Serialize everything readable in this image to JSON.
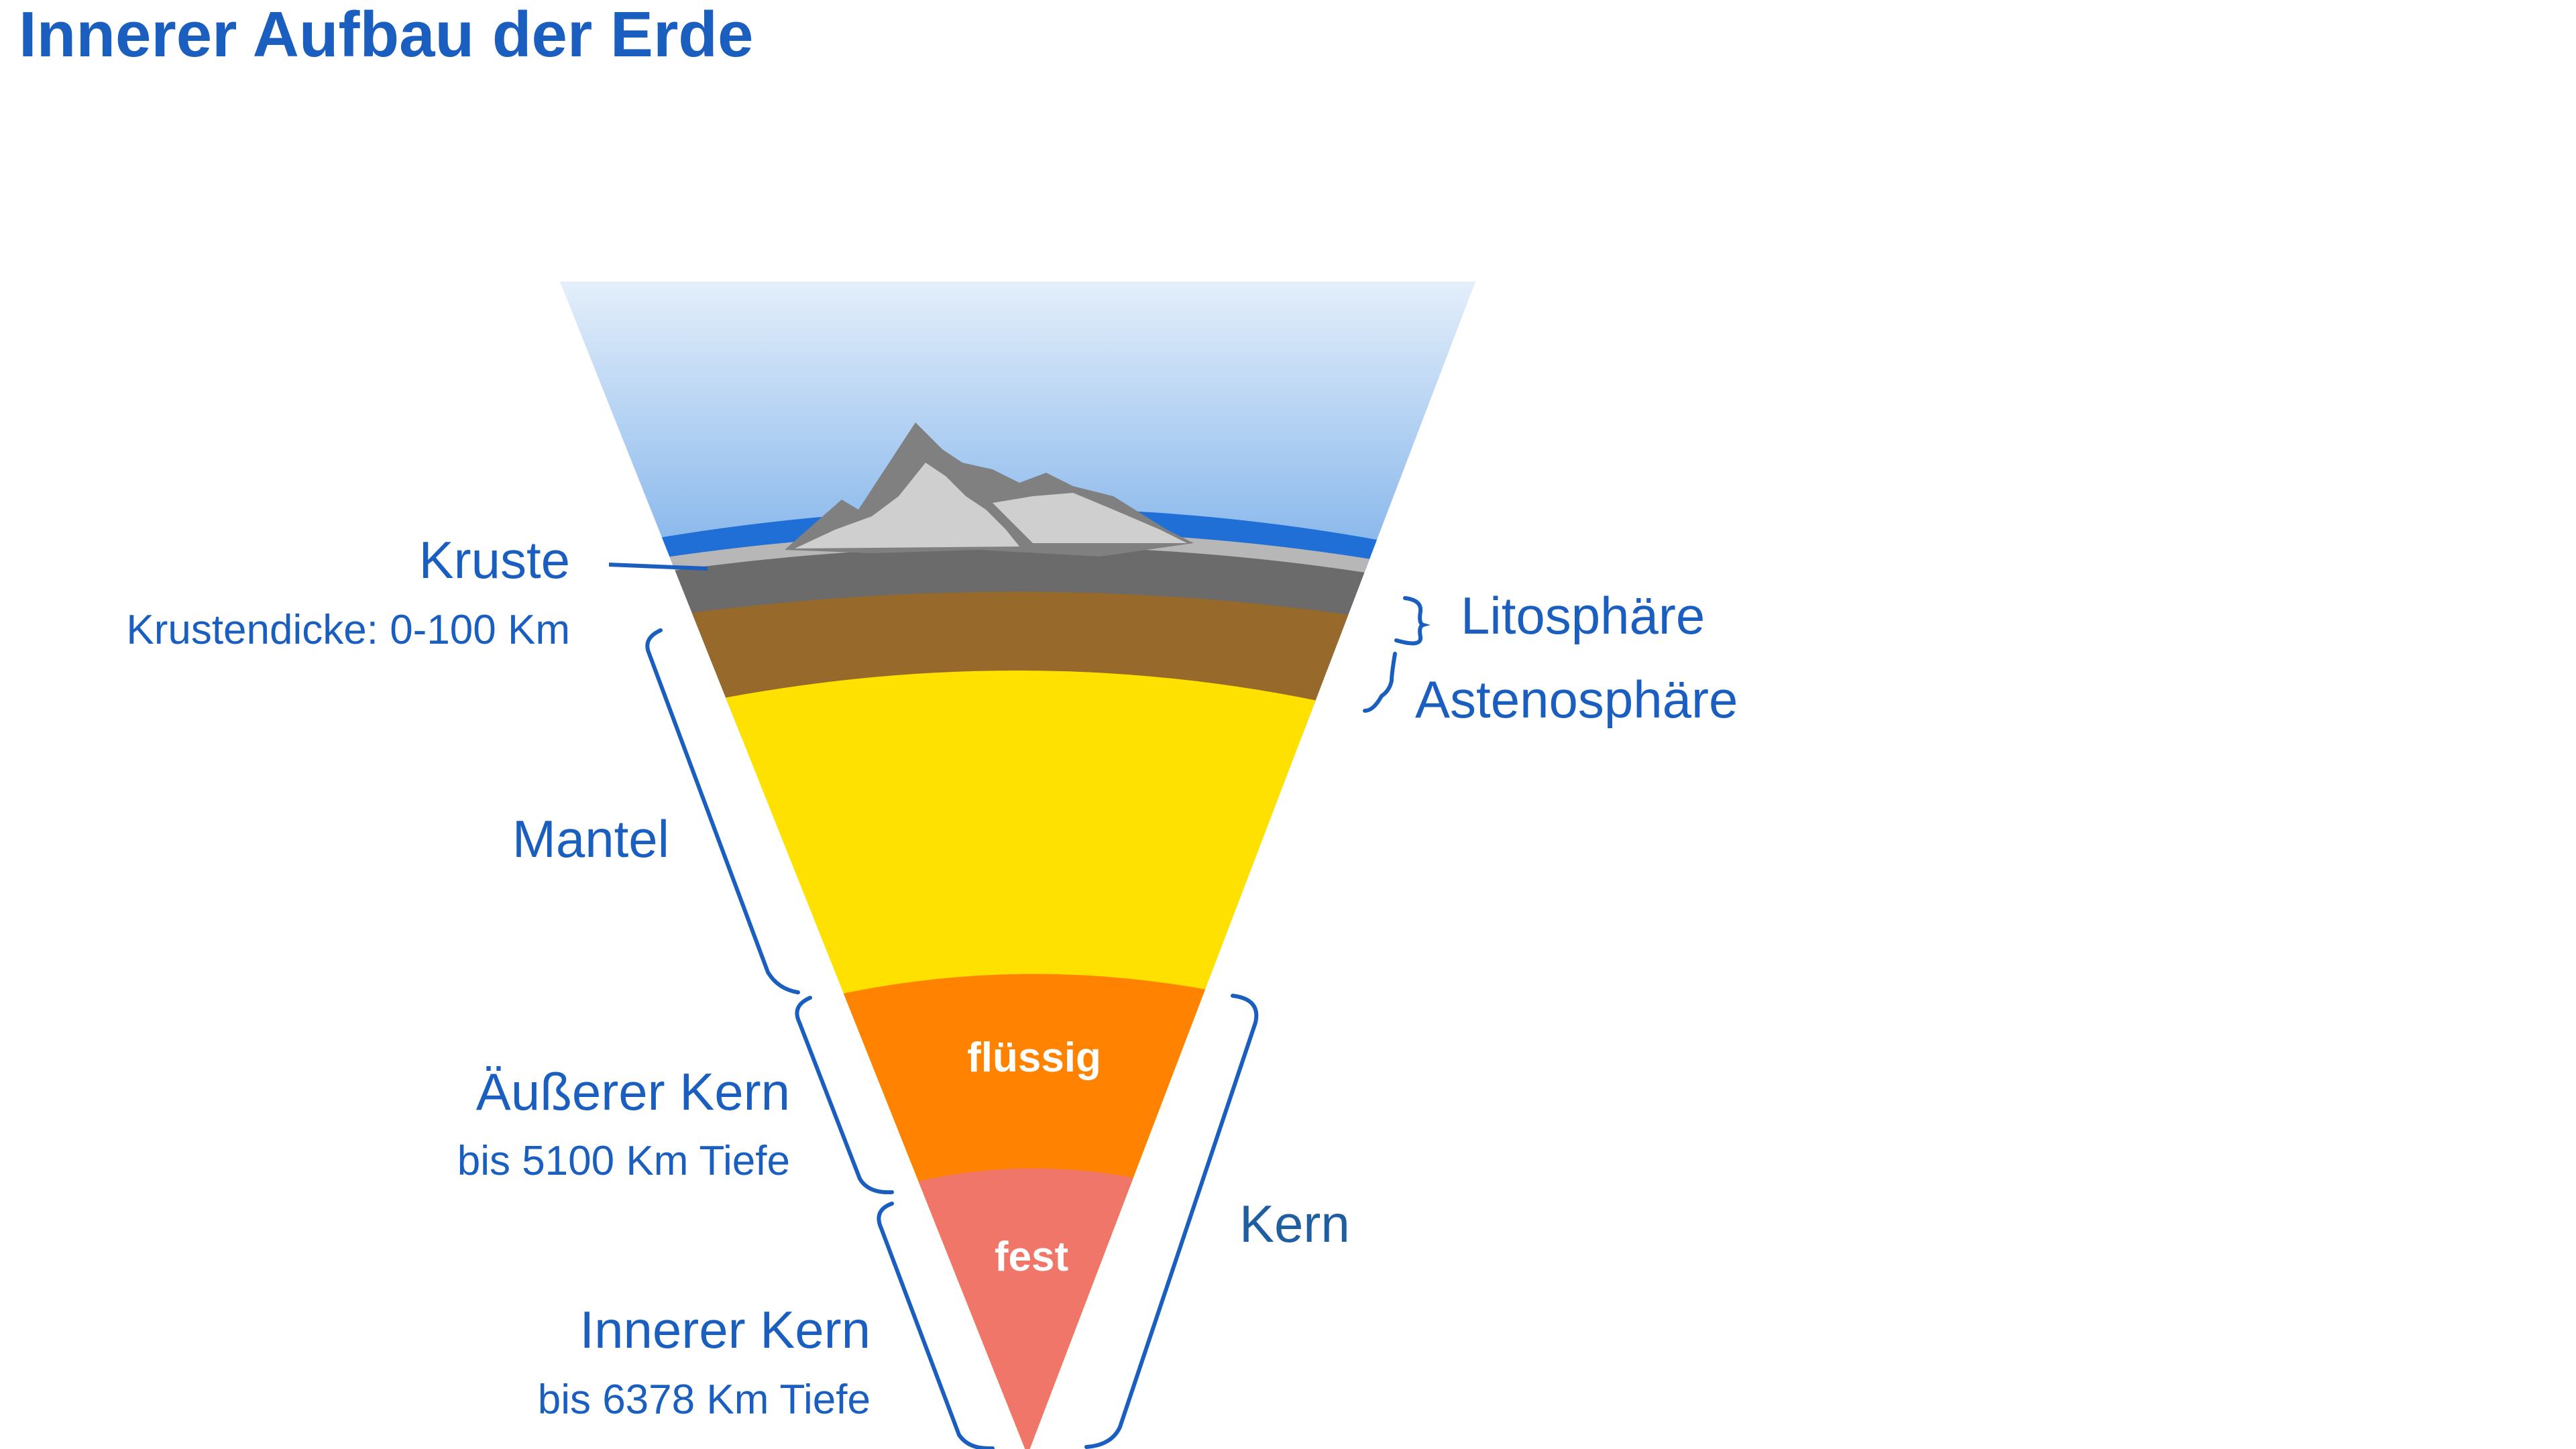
{
  "title": "Innerer Aufbau der Erde",
  "colors": {
    "label_blue": "#1a5fbf",
    "label_dark_blue": "#1f5f9f",
    "sky_top": "#ffffff",
    "sky_bottom": "#7fb2ea",
    "ocean": "#1f6fd6",
    "crust_light": "#b7b7b7",
    "crust_dark": "#6b6b6b",
    "asthenosphere": "#976a2b",
    "mantle": "#ffe100",
    "outer_core": "#ff8200",
    "inner_core": "#f0766a",
    "mountain_dark": "#808080",
    "mountain_light": "#cfcfcf"
  },
  "labels": {
    "kruste": "Kruste",
    "krustendicke": "Krustendicke: 0-100 Km",
    "litosphaere": "Litosphäre",
    "astenosphaere": "Astenosphäre",
    "mantel": "Mantel",
    "aeusserer_kern": "Äußerer Kern",
    "aeusserer_kern_depth": "bis 5100 Km Tiefe",
    "innerer_kern": "Innerer Kern",
    "innerer_kern_depth": "bis 6378 Km Tiefe",
    "kern": "Kern",
    "fluessig": "flüssig",
    "fest": "fest"
  }
}
